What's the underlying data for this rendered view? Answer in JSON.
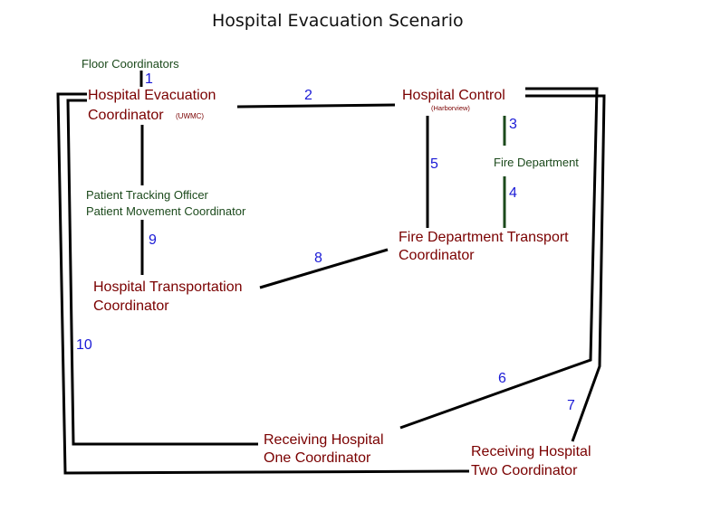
{
  "title": "Hospital Evacuation Scenario",
  "colors": {
    "node": "#7a0000",
    "support": "#1c4a1c",
    "edge_label": "#1a1ad6",
    "line": "#000000"
  },
  "nodes": {
    "floor_coordinators": "Floor Coordinators",
    "hec_line1": "Hospital Evacuation",
    "hec_line2": "Coordinator",
    "hec_note": "(UWMC)",
    "hospital_control": "Hospital Control",
    "hospital_control_note": "(Harborview)",
    "fire_department": "Fire Department",
    "pto_line1": "Patient Tracking Officer",
    "pto_line2": "Patient Movement Coordinator",
    "fdt_line1": "Fire Department Transport",
    "fdt_line2": "Coordinator",
    "htc_line1": "Hospital Transportation",
    "htc_line2": "Coordinator",
    "rh1_line1": "Receiving Hospital",
    "rh1_line2": "One Coordinator",
    "rh2_line1": "Receiving Hospital",
    "rh2_line2": "Two Coordinator"
  },
  "edges": [
    "1",
    "2",
    "3",
    "4",
    "5",
    "6",
    "7",
    "8",
    "9",
    "10"
  ]
}
